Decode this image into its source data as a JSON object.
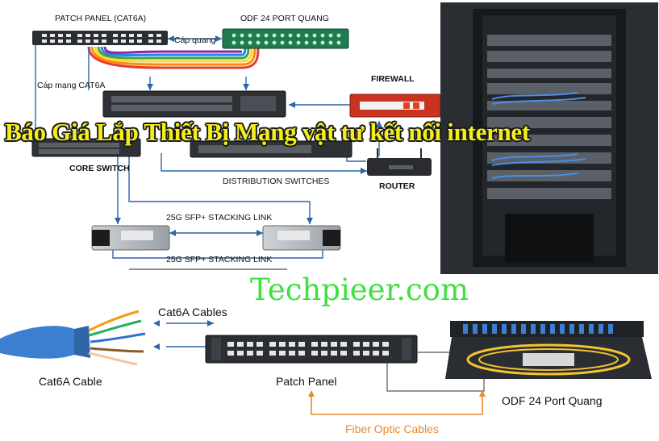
{
  "banner_title": "Báo Giá Lắp Thiết Bị Mạng vật tư kết nối internet",
  "watermark": "Techpieer.com",
  "top_diagram": {
    "patch_panel_label": "PATCH PANEL (CAT6A)",
    "odf_label": "ODF 24 PORT QUANG",
    "fiber_cable_label": "Cáp quang",
    "cat6a_cable_label": "Cáp mạng CAT6A",
    "firewall_label": "FIREWALL",
    "core_switch_label": "CORE SWITCH",
    "distribution_label": "DISTRIBUTION SWITCHES",
    "router_label": "ROUTER",
    "stacking_top_label": "25G SFP+ STACKING LINK",
    "stacking_bottom_label": "25G SFP+ STACKING LINK"
  },
  "bottom_diagram": {
    "cat6a_cables_label": "Cat6A Cables",
    "cat6a_cable_label": "Cat6A Cable",
    "patch_panel_label": "Patch Panel",
    "odf_label": "ODF 24 Port Quang",
    "fiber_cables_label": "Fiber Optic Cables"
  },
  "colors": {
    "banner_fill": "#f4ef1a",
    "banner_outline": "#1a1a1a",
    "watermark": "#3fe03f",
    "arrow_blue": "#2d63a8",
    "fiber_orange": "#e98a2a",
    "firewall_red": "#c9331f",
    "odf_green": "#1f7a4d",
    "cable_blue": "#3b7fd1"
  },
  "icons": [
    "patch-panel-icon",
    "odf-icon",
    "firewall-icon",
    "switch-icon",
    "router-icon",
    "sfp-module-icon",
    "cable-icon",
    "rack-photo"
  ]
}
